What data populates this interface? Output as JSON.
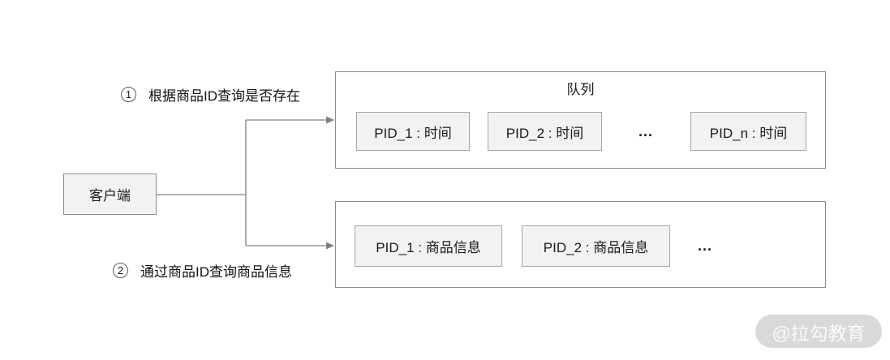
{
  "client": {
    "label": "客户端"
  },
  "steps": [
    {
      "number": "1",
      "text": "根据商品ID查询是否存在"
    },
    {
      "number": "2",
      "text": "通过商品ID查询商品信息"
    }
  ],
  "queue": {
    "title": "队列",
    "items": [
      "PID_1 : 时间",
      "PID_2 : 时间",
      "...",
      "PID_n : 时间"
    ]
  },
  "products": {
    "items": [
      "PID_1 : 商品信息",
      "PID_2 : 商品信息",
      "..."
    ]
  },
  "watermark": {
    "label": "@拉勾教育"
  },
  "colors": {
    "node_fill": "#f2f2f2",
    "node_border": "#8c8c8c",
    "item_border": "#a6a6a6",
    "connector": "#808080",
    "text": "#1a1a1a",
    "watermark_bg": "#d9d9d9",
    "watermark_text": "#fafafa"
  }
}
